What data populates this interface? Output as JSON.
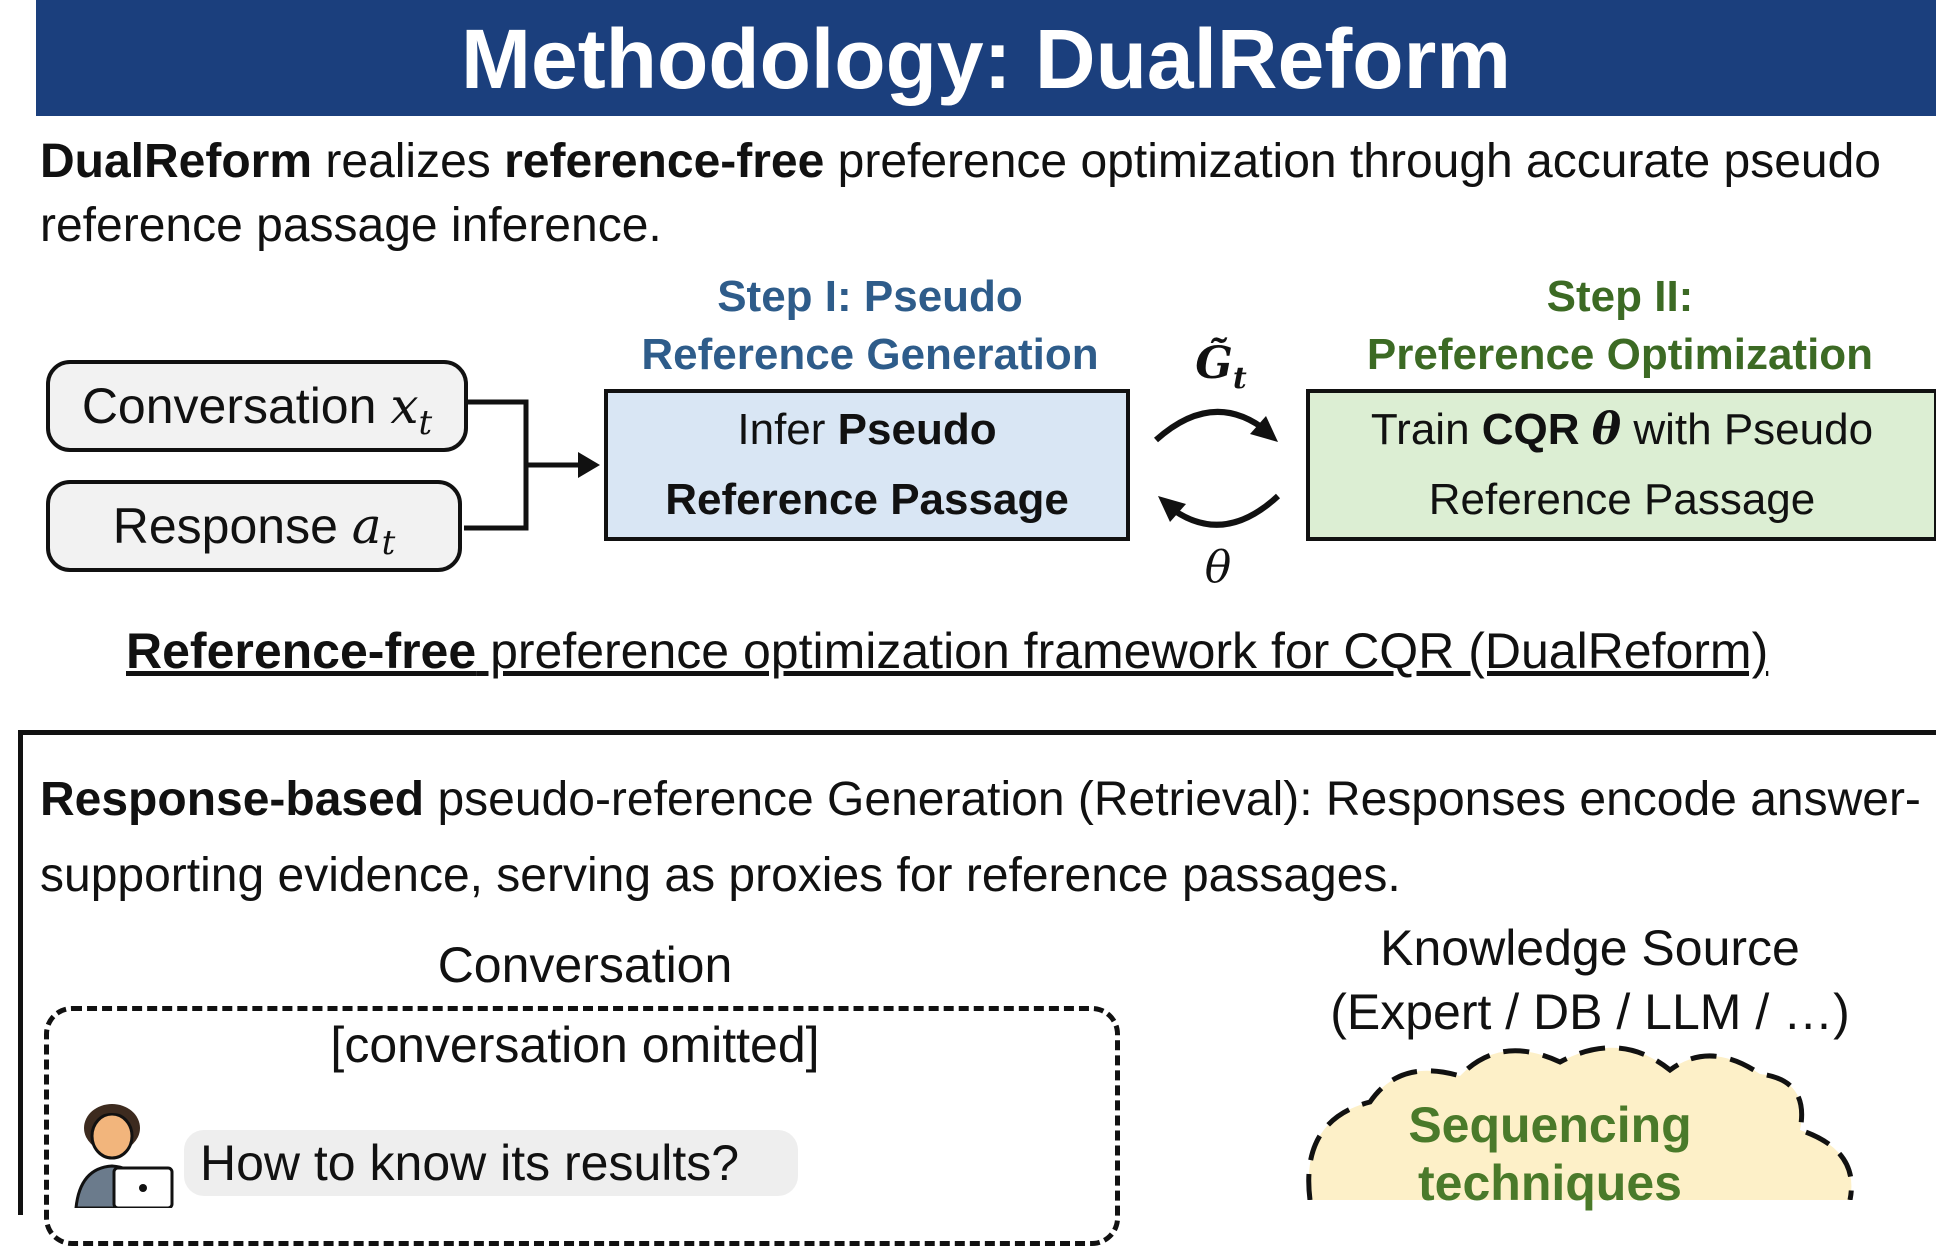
{
  "title": "Methodology: DualReform",
  "intro": {
    "bold1": "DualReform",
    "text1": " realizes ",
    "bold2": "reference-free",
    "text2": " preference optimization through accurate pseudo reference passage inference."
  },
  "steps": {
    "step1_title_line1": "Step I: Pseudo",
    "step1_title_line2": "Reference Generation",
    "step2_title_line1": "Step II:",
    "step2_title_line2": "Preference Optimization",
    "box1_line1_plain": "Infer ",
    "box1_line1_bold": "Pseudo",
    "box1_line2_bold": "Reference Passage",
    "box2_line1_plain1": "Train ",
    "box2_line1_bold": "CQR",
    "box2_line1_theta": "θ",
    "box2_line1_plain2": " with Pseudo",
    "box2_line2": "Reference Passage"
  },
  "inputs": {
    "conversation_label": "Conversation ",
    "conversation_var": "x",
    "conversation_sub": "t",
    "response_label": "Response ",
    "response_var": "a",
    "response_sub": "t"
  },
  "cycle": {
    "gt_symbol": "G̃",
    "gt_sub": "t",
    "theta_symbol": "θ"
  },
  "framework_caption": {
    "bold": "Reference-free",
    "text": " preference optimization framework for CQR (DualReform)"
  },
  "section": {
    "bold": "Response-based",
    "text": " pseudo-reference Generation (Retrieval): Responses encode answer-supporting evidence, serving as proxies for reference passages.",
    "conversation_heading": "Conversation",
    "conversation_omitted": "[conversation omitted]",
    "user_message": "How to know its results?",
    "knowledge_title_line1": "Knowledge Source",
    "knowledge_title_line2": "(Expert / DB / LLM / …)",
    "cloud_label_line1": "Sequencing",
    "cloud_label_line2": "techniques"
  },
  "colors": {
    "title_bg": "#1b3f7d",
    "step1": "#2e5c8a",
    "step2": "#3c6a24",
    "box1_bg": "#d9e6f4",
    "box2_bg": "#dceed3",
    "cloud_bg": "#fdf0c8"
  }
}
